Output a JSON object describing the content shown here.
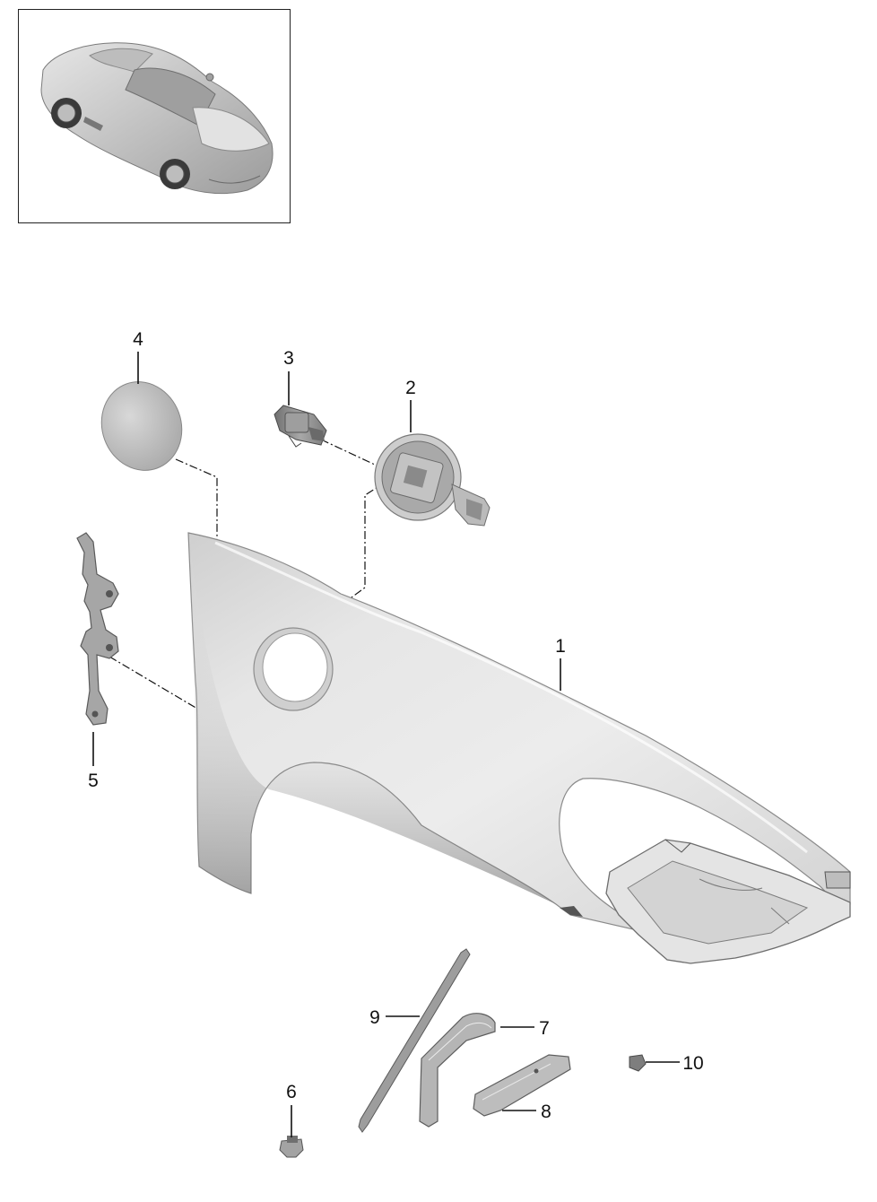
{
  "diagram": {
    "callouts": [
      {
        "id": "1",
        "label": "1"
      },
      {
        "id": "2",
        "label": "2"
      },
      {
        "id": "3",
        "label": "3"
      },
      {
        "id": "4",
        "label": "4"
      },
      {
        "id": "5",
        "label": "5"
      },
      {
        "id": "6",
        "label": "6"
      },
      {
        "id": "7",
        "label": "7"
      },
      {
        "id": "8",
        "label": "8"
      },
      {
        "id": "9",
        "label": "9"
      },
      {
        "id": "10",
        "label": "10"
      }
    ],
    "colors": {
      "line": "#111111",
      "part_light": "#e8e8e8",
      "part_mid": "#c4c4c4",
      "part_dark": "#8e8e8e",
      "car_body": "#d6d6d6"
    }
  }
}
